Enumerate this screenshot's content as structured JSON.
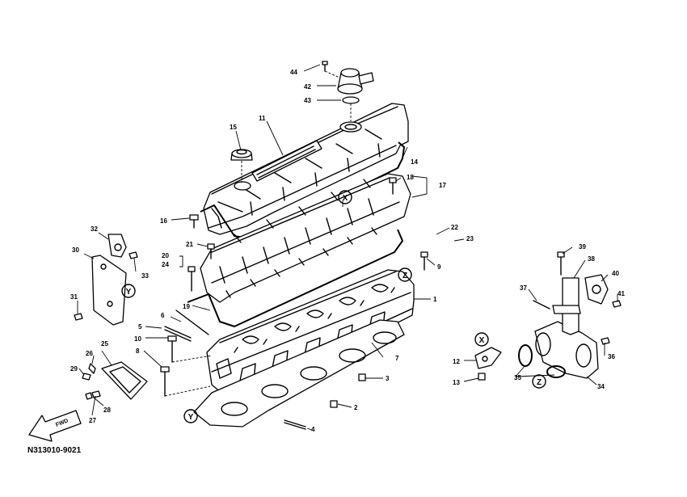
{
  "figure_id": "N313010-9021",
  "fwd_label": "FWD",
  "callouts": [
    "1",
    "2",
    "3",
    "4",
    "5",
    "6",
    "7",
    "8",
    "9",
    "10",
    "11",
    "12",
    "13",
    "14",
    "15",
    "16",
    "17",
    "18",
    "19",
    "20",
    "21",
    "22",
    "23",
    "24",
    "25",
    "26",
    "27",
    "28",
    "29",
    "30",
    "31",
    "32",
    "33",
    "34",
    "35",
    "36",
    "37",
    "38",
    "39",
    "40",
    "41",
    "42",
    "43",
    "44"
  ],
  "reference_letters": {
    "x_top": "X",
    "x_right": "X",
    "y_bracket": "Y",
    "y_bottom": "Y",
    "z_head": "Z",
    "z_housing": "Z"
  }
}
